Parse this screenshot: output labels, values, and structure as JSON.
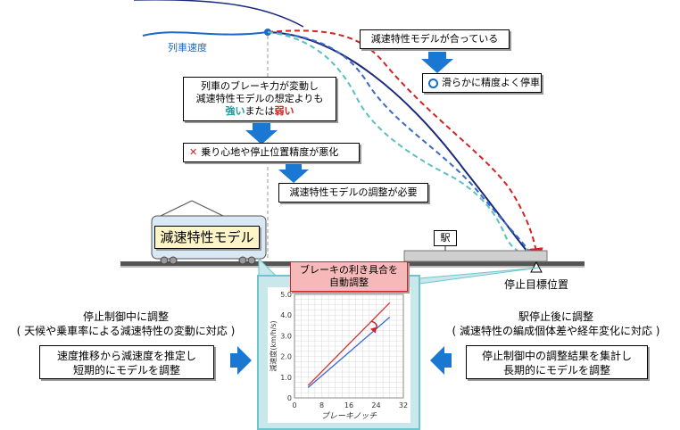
{
  "labels": {
    "train_speed": "列車速度",
    "model_ok": "減速特性モデルが合っている",
    "smooth_stop": "滑らかに精度よく停車",
    "brake_change_l1": "列車のブレーキ力が変動し",
    "brake_change_l2": "減速特性モデルの想定よりも",
    "strong": "強い",
    "or_text": "または",
    "weak": "弱い",
    "comfort": "乗り心地や停止位置精度が悪化",
    "adjust_needed": "減速特性モデルの調整が必要",
    "station": "駅",
    "model_train": "減速特性モデル",
    "stop_target": "停止目標位置",
    "auto_adjust_l1": "ブレーキの利き具合を",
    "auto_adjust_l2": "自動調整",
    "left_title_l1": "停止制御中に調整",
    "left_title_l2": "( 天候や乗車率による減速特性の変動に対応 )",
    "left_box_l1": "速度推移から減速度を推定し",
    "left_box_l2": "短期的にモデルを調整",
    "right_title_l1": "駅停止後に調整",
    "right_title_l2": "( 減速特性の編成個体差や経年変化に対応 )",
    "right_box_l1": "停止制御中の調整結果を集計し",
    "right_box_l2": "長期的にモデルを調整"
  },
  "chart_data": {
    "type": "line",
    "xlabel": "ブレーキノッチ",
    "ylabel": "減速度(km/h/s)",
    "xlim": [
      0,
      32
    ],
    "ylim": [
      0,
      5.0
    ],
    "xticks": [
      "0",
      "8",
      "16",
      "24",
      "32"
    ],
    "yticks": [
      "0",
      "1.0",
      "2.0",
      "3.0",
      "4.0",
      "5.0"
    ],
    "grid": true,
    "series": [
      {
        "color": "#d83030",
        "x": [
          4,
          28
        ],
        "y": [
          0.6,
          4.6
        ]
      },
      {
        "color": "#3a6ad0",
        "x": [
          4,
          28
        ],
        "y": [
          0.5,
          3.9
        ]
      }
    ]
  },
  "colors": {
    "speed_curve": "#1a6ac8",
    "teal": "#1a9a9a",
    "red": "#d22222",
    "arrow_blue": "#1a78d2",
    "panel_bg": "#c8e8ec",
    "panel_border": "#6ec6cc",
    "callout_bg": "#f6b8b8"
  },
  "icons": {
    "circle_mark": "circle-icon",
    "cross_mark": "cross-icon"
  }
}
